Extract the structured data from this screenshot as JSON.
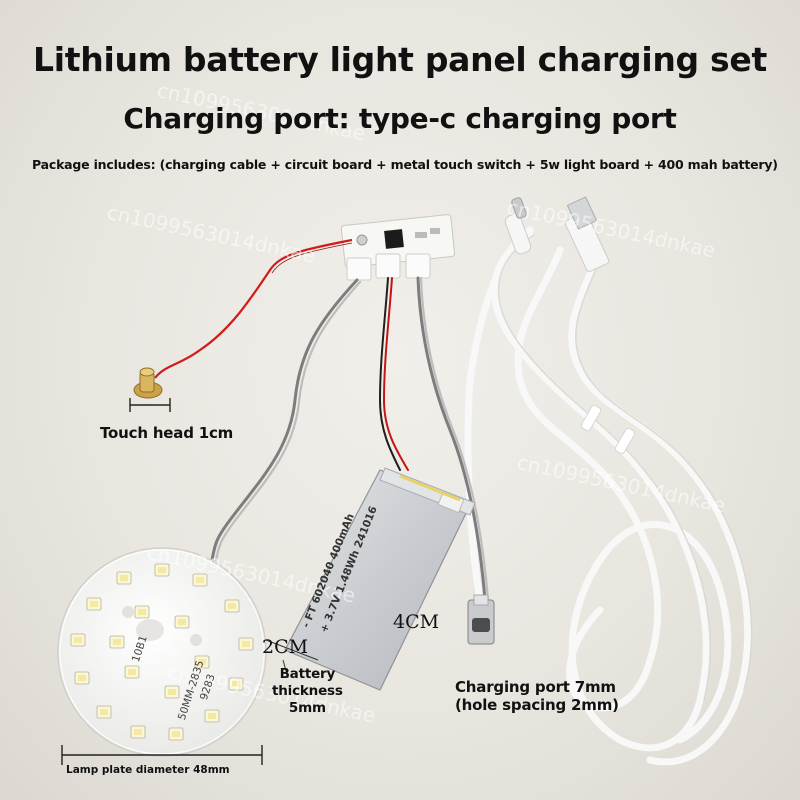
{
  "text": {
    "title": "Lithium battery light panel charging set",
    "subtitle": "Charging port: type-c charging port",
    "package": "Package includes: (charging cable + circuit board + metal touch switch + 5w light board + 400 mah battery)",
    "touch_head": "Touch head 1cm",
    "battery_thickness": "Battery\nthickness\n5mm",
    "dim_2cm": "2CM",
    "dim_4cm": "4CM",
    "charging_port": "Charging port 7mm\n(hole spacing 2mm)",
    "lamp_plate": "Lamp plate diameter 48mm",
    "battery_print_1": "+ 3.7V 1.48Wh 241016",
    "battery_print_2": "- FT 602040 400mAh",
    "board_print_1": "9283",
    "board_print_2": "50MM-2835",
    "board_print_3": "10B1",
    "watermark": "cn1099563014dnkae"
  },
  "colors": {
    "background": "#ebe8e2",
    "battery": "#cfd1d3",
    "pcb": "#f5f5f2",
    "wire_red": "#d11a1a",
    "wire_gray": "#8a8a8a",
    "cable_white": "#f7f7f7",
    "brass": "#c9a24a"
  }
}
